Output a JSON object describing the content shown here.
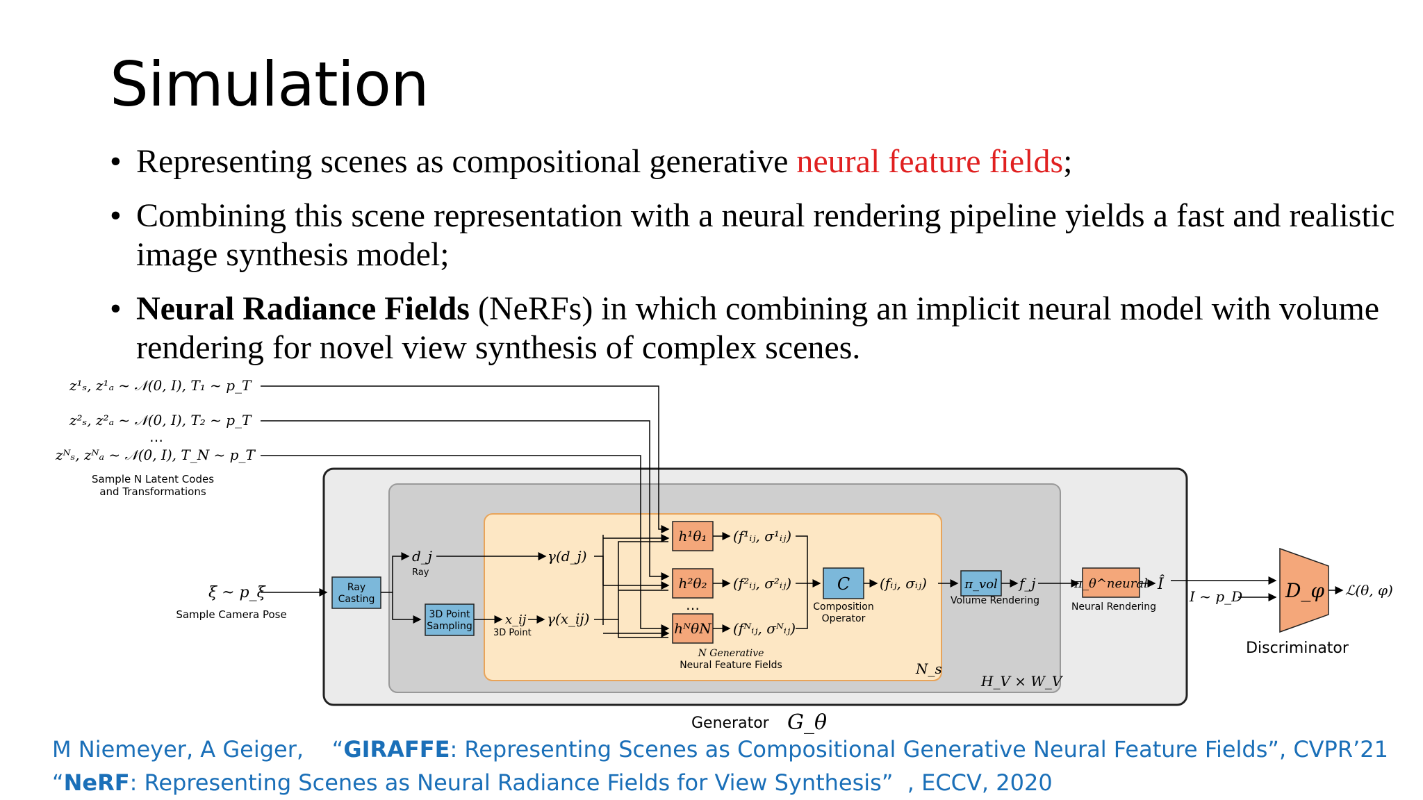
{
  "slide": {
    "title": "Simulation",
    "bullets": [
      {
        "before": "Representing scenes as compositional generative ",
        "highlight": "neural feature fields",
        "after": ";"
      },
      {
        "text": "Combining this scene representation with a neural rendering pipeline yields a fast and realistic image synthesis model;"
      },
      {
        "bold": "Neural Radiance Fields",
        "rest": " (NeRFs) in which combining an implicit neural model with volume rendering for novel view synthesis of complex scenes."
      }
    ]
  },
  "diagram": {
    "latent_line_1": "z¹ₛ, z¹ₐ ~ 𝒩(0, I), T₁ ~ p_T",
    "latent_line_2": "z²ₛ, z²ₐ ~ 𝒩(0, I), T₂ ~ p_T",
    "latent_dots": "…",
    "latent_line_N": "zᴺₛ, zᴺₐ ~ 𝒩(0, I), T_N ~ p_T",
    "latent_caption_1": "Sample N Latent Codes",
    "latent_caption_2": "and Transformations",
    "camera_pose_math": "ξ ~ p_ξ",
    "camera_pose_caption": "Sample Camera Pose",
    "ray_casting_1": "Ray",
    "ray_casting_2": "Casting",
    "d_j": "d_j",
    "ray_label": "Ray",
    "point_sampling_1": "3D Point",
    "point_sampling_2": "Sampling",
    "x_ij": "x_ij",
    "point_label": "3D Point",
    "gamma_d": "γ(d_j)",
    "gamma_x": "γ(x_ij)",
    "h1": "h¹θ₁",
    "h2": "h²θ₂",
    "hN": "hᴺθN",
    "h_dots": "…",
    "out1": "(f¹ᵢⱼ, σ¹ᵢⱼ)",
    "out2": "(f²ᵢⱼ, σ²ᵢⱼ)",
    "outN": "(fᴺᵢⱼ, σᴺᵢⱼ)",
    "gen_fields_1": "N Generative",
    "gen_fields_2": "Neural Feature Fields",
    "composition_symbol": "C",
    "composition_1": "Composition",
    "composition_2": "Operator",
    "composite_out": "(fᵢⱼ, σᵢⱼ)",
    "ns_label": "N_s",
    "volume_symbol": "π_vol",
    "f_j": "f_j",
    "volume_caption": "Volume Rendering",
    "neural_symbol": "π_θ^neural",
    "neural_caption": "Neural Rendering",
    "i_hat": "Î",
    "hv_wv": "H_V × W_V",
    "real_image": "I ~ p_D",
    "disc_symbol": "D_φ",
    "disc_caption": "Discriminator",
    "loss": "ℒ(θ, φ)",
    "generator_caption": "Generator",
    "generator_symbol": "G_θ"
  },
  "refs": {
    "line1_authors": "M Niemeyer, A Geiger,",
    "line1_open": "“",
    "line1_bold": "GIRAFFE",
    "line1_rest": ": Representing Scenes as Compositional Generative Neural Feature Fields”, CVPR’21",
    "line2_open": "“",
    "line2_bold": "NeRF",
    "line2_rest": ": Representing Scenes as Neural Radiance Fields for View Synthesis”  , ECCV, 2020"
  }
}
